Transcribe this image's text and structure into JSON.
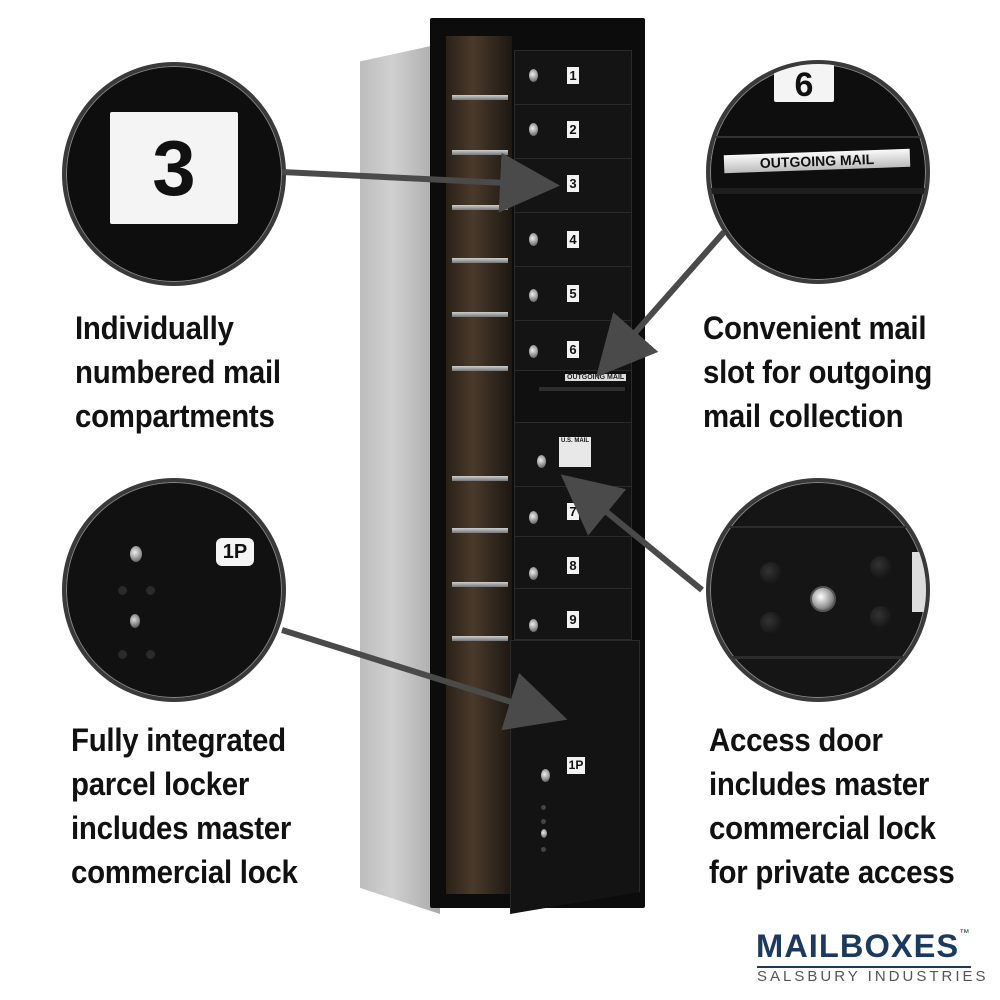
{
  "features": {
    "numbered": {
      "lines": [
        "Individually",
        "numbered mail",
        "compartments"
      ]
    },
    "outgoing": {
      "lines": [
        "Convenient mail",
        "slot for outgoing",
        "mail collection"
      ]
    },
    "parcel": {
      "lines": [
        "Fully integrated",
        "parcel locker",
        "includes master",
        "commercial lock"
      ]
    },
    "access": {
      "lines": [
        "Access door",
        "includes master",
        "commercial lock",
        "for private access"
      ]
    }
  },
  "callouts": {
    "compartment_number": "3",
    "outgoing_number": "6",
    "outgoing_label": "OUTGOING MAIL",
    "parcel_label": "1P"
  },
  "mailbox": {
    "doors": [
      "1",
      "2",
      "3",
      "4",
      "5",
      "6",
      "7",
      "8",
      "9"
    ],
    "outgoing_slot_label": "OUTGOING MAIL",
    "usmail_label": "U.S. MAIL",
    "parcel_label": "1P"
  },
  "brand": {
    "name": "MAILBOXES",
    "trademark": "™",
    "tagline": "SALSBURY INDUSTRIES",
    "color": "#1c3a5e"
  },
  "colors": {
    "mailbox_body": "#141414",
    "arrow": "#4a4a4a"
  }
}
